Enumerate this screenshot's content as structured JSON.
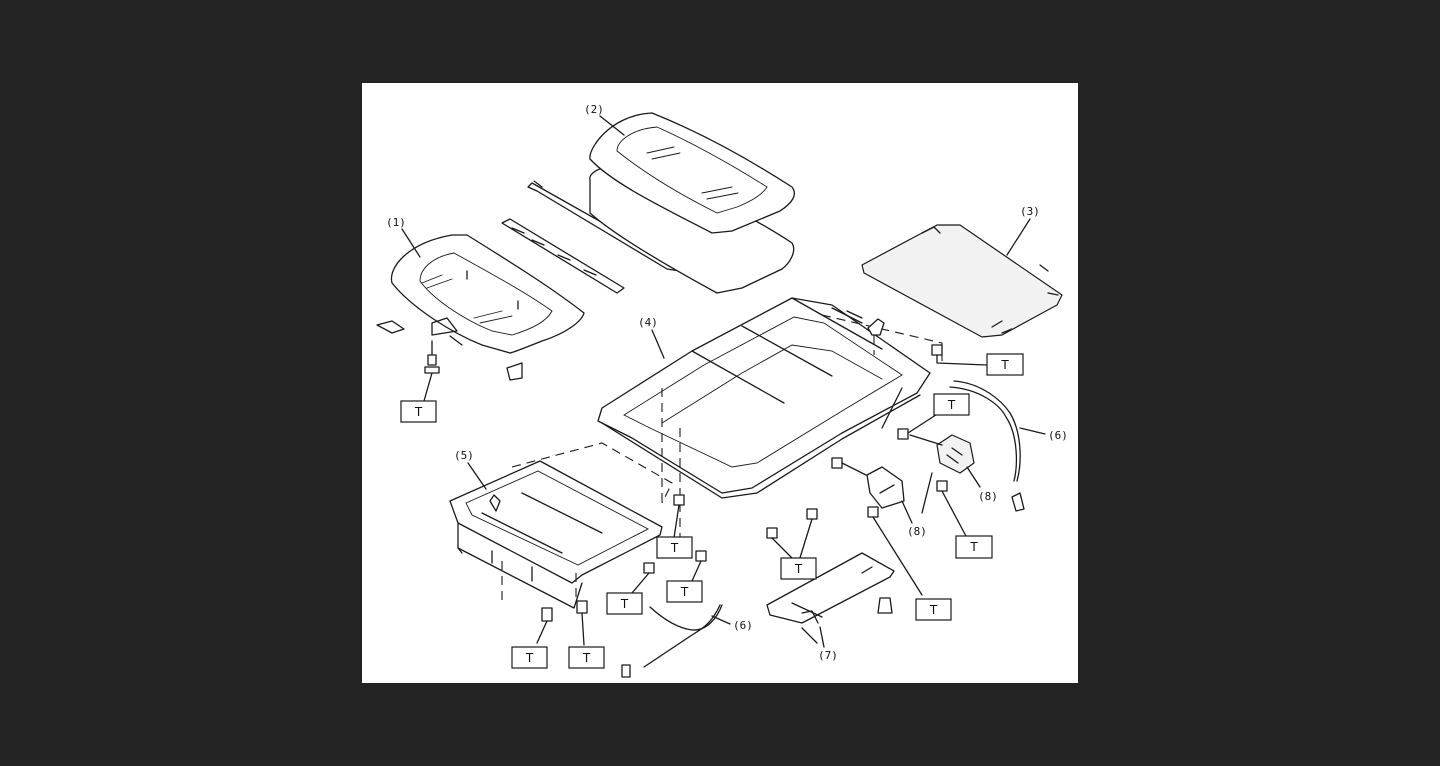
{
  "diagram": {
    "callouts": {
      "c1": "(1)",
      "c2": "(2)",
      "c3": "(3)",
      "c4": "(4)",
      "c5": "(5)",
      "c6a": "(6)",
      "c6b": "(6)",
      "c7": "(7)",
      "c8a": "(8)",
      "c8b": "(8)"
    },
    "torque_mark": "T"
  },
  "colors": {
    "backdrop": "#232323",
    "sheet": "#ffffff",
    "line": "#1a1a1a"
  }
}
